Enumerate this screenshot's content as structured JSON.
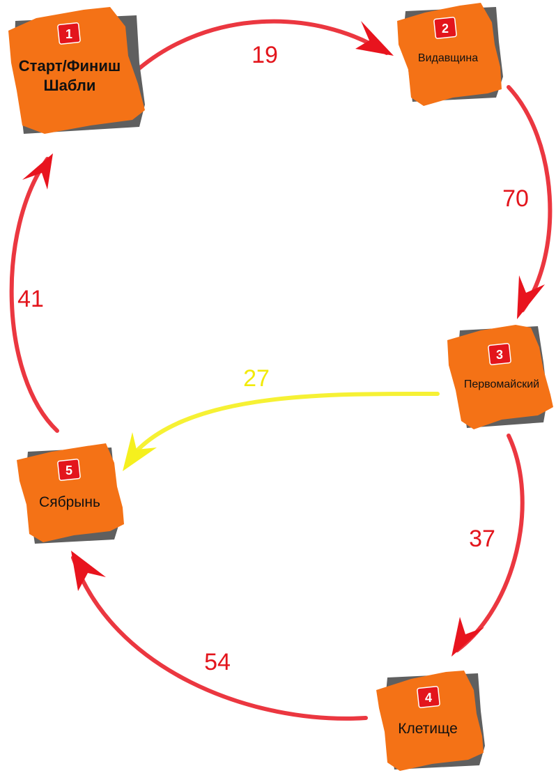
{
  "colors": {
    "node_fill": "#f47216",
    "node_shadow": "#5f5f5f",
    "badge": "#e3151c",
    "route": "#e8141e",
    "shortcut": "#f5f01e",
    "edge_label": "#e3151c",
    "shortcut_label": "#f2ea0a"
  },
  "nodes": [
    {
      "id": "1",
      "label": "Старт/Финиш",
      "label2": "Шабли"
    },
    {
      "id": "2",
      "label": "Видавщина"
    },
    {
      "id": "3",
      "label": "Первомайский"
    },
    {
      "id": "4",
      "label": "Клетище"
    },
    {
      "id": "5",
      "label": "Сябрынь"
    }
  ],
  "edges": [
    {
      "from": "1",
      "to": "2",
      "label": "19",
      "style": "route"
    },
    {
      "from": "2",
      "to": "3",
      "label": "70",
      "style": "route"
    },
    {
      "from": "3",
      "to": "4",
      "label": "37",
      "style": "route"
    },
    {
      "from": "4",
      "to": "5",
      "label": "54",
      "style": "route"
    },
    {
      "from": "5",
      "to": "1",
      "label": "41",
      "style": "route"
    },
    {
      "from": "3",
      "to": "5",
      "label": "27",
      "style": "shortcut"
    }
  ]
}
